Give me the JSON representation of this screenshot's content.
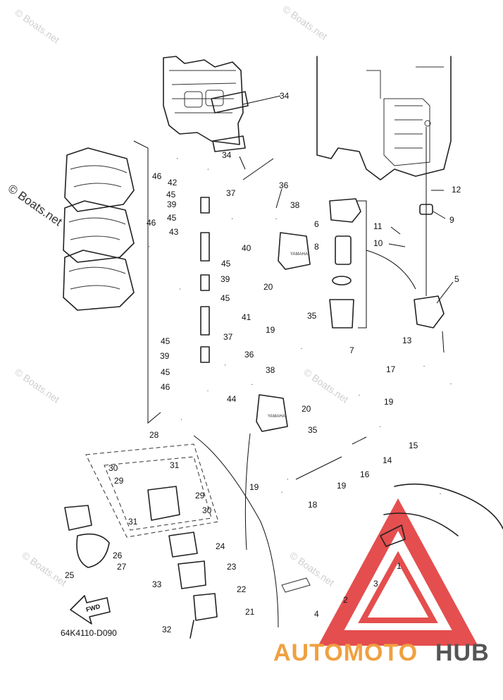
{
  "watermark": "© Boats.net",
  "diagram_code": "64K4110-D090",
  "fwd_label": "FWD",
  "logo": {
    "part1": "AUTOMOTO",
    "part2": "HUB",
    "color1": "#f0a040",
    "color2": "#555555",
    "triangle_color": "#e03030"
  },
  "stamp_text": "YAMAHA",
  "labels": {
    "l1": "1",
    "l2": "2",
    "l3": "3",
    "l4": "4",
    "l5": "5",
    "l6": "6",
    "l7": "7",
    "l8": "8",
    "l9": "9",
    "l10": "10",
    "l11": "11",
    "l12": "12",
    "l13": "13",
    "l14": "14",
    "l15": "15",
    "l16": "16",
    "l17": "17",
    "l18": "18",
    "l19a": "19",
    "l19b": "19",
    "l19c": "19",
    "l19d": "19",
    "l20a": "20",
    "l20b": "20",
    "l21": "21",
    "l22": "22",
    "l23": "23",
    "l24": "24",
    "l25": "25",
    "l26": "26",
    "l27": "27",
    "l28": "28",
    "l29a": "29",
    "l29b": "29",
    "l30a": "30",
    "l30b": "30",
    "l31a": "31",
    "l31b": "31",
    "l32": "32",
    "l33": "33",
    "l34a": "34",
    "l34b": "34",
    "l35a": "35",
    "l35b": "35",
    "l36a": "36",
    "l36b": "36",
    "l37a": "37",
    "l37b": "37",
    "l38a": "38",
    "l38b": "38",
    "l39a": "39",
    "l39b": "39",
    "l39c": "39",
    "l40": "40",
    "l41": "41",
    "l42": "42",
    "l43": "43",
    "l44": "44",
    "l45a": "45",
    "l45b": "45",
    "l45c": "45",
    "l45d": "45",
    "l45e": "45",
    "l45f": "45",
    "l46a": "46",
    "l46b": "46",
    "l46c": "46"
  }
}
